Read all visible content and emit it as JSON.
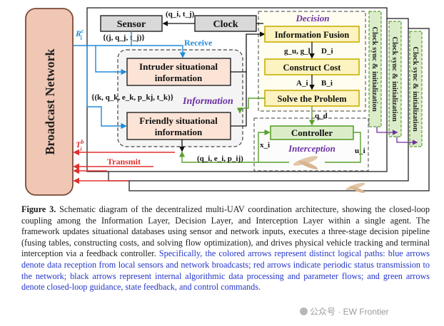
{
  "diagram": {
    "network_label": "Broadcast  Network",
    "sensor": "Sensor",
    "clock": "Clock",
    "q_t_label": "(q_i, t_j)",
    "sensor_set": "{(j, q_j, t_j)}",
    "receive": "Receive",
    "r_label": "R",
    "r_sup": "c",
    "r_sub": "i",
    "intruder_line1": "Intruder situational",
    "intruder_line2": "information",
    "friendly_set": "{(k, q_k, e_k, p_kj, t_k)}",
    "information": "Information",
    "friendly_line1": "Friendly situational",
    "friendly_line2": "information",
    "decision": "Decision",
    "info_fusion": "Information Fusion",
    "gu_gl": "g_u, g_l",
    "D_i": "D_i",
    "construct_cost": "Construct Cost",
    "A_i": "A_i",
    "B_i": "B_i",
    "solve": "Solve the Problem",
    "qd": "q_d",
    "controller": "Controller",
    "x_i": "x_i",
    "interception": "Interception",
    "u_i": "u_i",
    "t_label": "T",
    "t_sup": "b",
    "t_sub": "i",
    "transmit": "Transmit",
    "q_e_p": "(q_i, e_i, p_ij)",
    "clock_sync": "Clock sync & initialization",
    "colors": {
      "network_fill": "#efc7b4",
      "network_border": "#7a4a36",
      "info_fill": "#fbe3d6",
      "decision_fill": "#fdf3c0",
      "decision_outline": "#c9b000",
      "green_fill": "#dbedc8",
      "green": "#5aa02c",
      "blue": "#1f8bd8",
      "red": "#e23030",
      "purple": "#7030a0",
      "label_purple": "#6b2fa3"
    }
  },
  "caption": {
    "label": "Figure 3.",
    "text": " Schematic diagram of the decentralized multi-UAV coordination architecture, showing the closed-loop coupling among the Information Layer, Decision Layer, and Interception Layer within a single agent. The framework updates situational databases using sensor and network inputs, executes a three-stage decision pipeline (fusing tables, constructing costs, and solving flow optimization), and drives physical vehicle tracking and terminal interception via a feedback controller. ",
    "blue_text": "Specifically, the colored arrows represent distinct logical paths: blue arrows denote data reception from local sensors and network broadcasts; red arrows indicate periodic status transmission to the network; black arrows represent internal algorithmic data processing and parameter flows; and green arrows denote closed-loop guidance, state feedback, and control commands."
  },
  "watermark": "公众号 · EW Frontier"
}
